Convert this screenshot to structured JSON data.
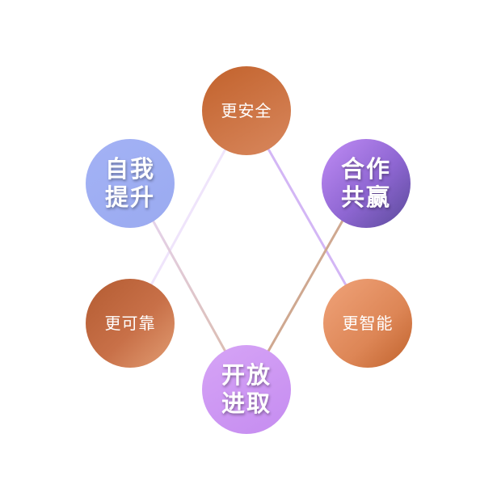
{
  "diagram": {
    "nodes": [
      {
        "id": "top",
        "text": "更安全",
        "style": "small"
      },
      {
        "id": "upper-right",
        "text": "合作\n共赢",
        "style": "big"
      },
      {
        "id": "lower-right",
        "text": "更智能",
        "style": "small"
      },
      {
        "id": "bottom",
        "text": "开放\n进取",
        "style": "big"
      },
      {
        "id": "lower-left",
        "text": "更可靠",
        "style": "small"
      },
      {
        "id": "upper-left",
        "text": "自我\n提升",
        "style": "big"
      }
    ],
    "colors": {
      "orange": "#c8703f",
      "purple": "#c58cf0",
      "violet": "#8e66d2",
      "periwinkle": "#9aaaf0",
      "line_light_purple": "#e2d2fb",
      "line_tan": "#dcbfae"
    }
  }
}
